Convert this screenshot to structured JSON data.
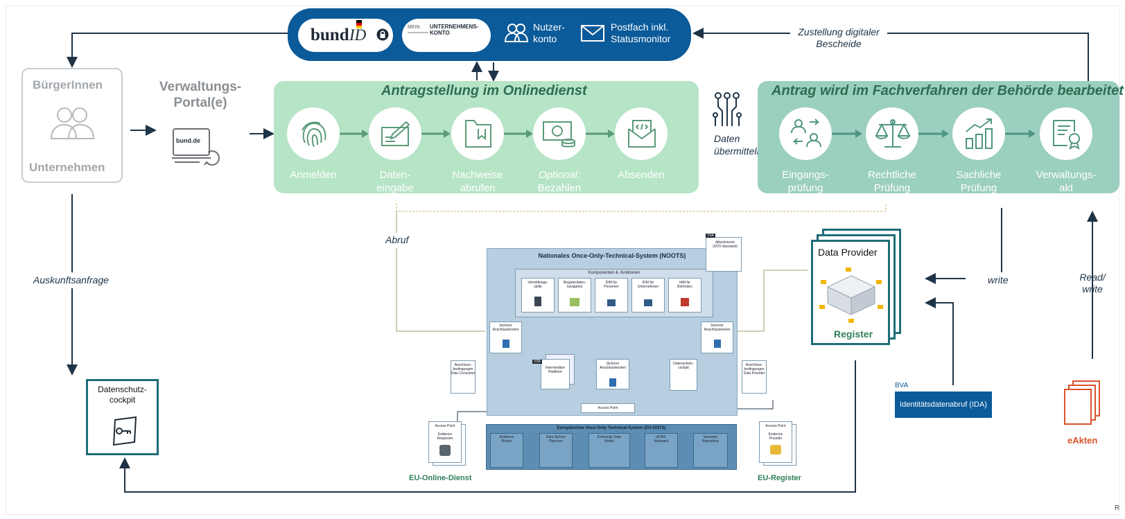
{
  "top_bar": {
    "bund_logo": "bund",
    "bund_logo_id": "ID",
    "unternehmenskonto_small": "MEIN",
    "unternehmenskonto_big": "UNTERNEHMENS-\nKONTO",
    "nutzerkonto": "Nutzer-\nkonto",
    "postfach": "Postfach inkl.\nStatusmonitor"
  },
  "left": {
    "citizens_top": "BürgerInnen",
    "citizens_bottom": "Unternehmen",
    "portal_title": "Verwaltungs-\nPortal(e)",
    "portal_logo": "bund.de"
  },
  "online_band": {
    "title": "Antragstellung im Onlinedienst",
    "steps": [
      {
        "label": "Anmelden",
        "icon": "fingerprint-icon"
      },
      {
        "label": "Daten-\neingabe",
        "icon": "form-pen-icon"
      },
      {
        "label": "Nachweise\nabrufen",
        "icon": "folder-icon"
      },
      {
        "label_optional": "Optional:",
        "label": "Bezahlen",
        "icon": "money-icon"
      },
      {
        "label": "Absenden",
        "icon": "envelope-icon"
      }
    ]
  },
  "transfer": {
    "label": "Daten\nübermitteln",
    "icon": "circuit-icon"
  },
  "fach_band": {
    "title": "Antrag wird im Fachverfahren der Behörde bearbeitet",
    "steps": [
      {
        "label": "Eingangs-\nprüfung",
        "icon": "users-exchange-icon"
      },
      {
        "label": "Rechtliche\nPrüfung",
        "icon": "scales-icon"
      },
      {
        "label": "Sachliche\nPrüfung",
        "icon": "bar-chart-icon"
      },
      {
        "label": "Verwaltungs-\nakt",
        "icon": "certificate-icon"
      }
    ]
  },
  "annotations": {
    "zustellung": "Zustellung digitaler\nBescheide",
    "abruf": "Abruf",
    "auskunft": "Auskunftsanfrage",
    "write": "write",
    "read_write": "Read/\nwrite"
  },
  "noots": {
    "title": "Nationales Once-Only-Technical-System (NOOTS)",
    "komponenten_title": "Komponenten & -funktionen",
    "components": [
      "Vermittlungs-\nstelle",
      "Registerdaten-\nnavigation",
      "IDM für\nPersonen",
      "IDM für\nUnternehmen",
      "IAM für\nBehörden"
    ],
    "sicherer_left": "Sicherer\nAnschlussknoten",
    "sicherer_right": "Sicherer\nAnschlussknoten",
    "sicherer_center": "Sicherer\nAnschlussknoten",
    "intermediare": "Intermediäre\nPlattform",
    "datenschutz_cockpit_small": "Datenschutz-\ncockpit",
    "access_point": "Access Point",
    "vsa_tag": "VSA",
    "attachments": "Attachments\n(XÖV-Standard)",
    "nutzungsbed_left": "Anschluss-\nbedingungen\nData Consumer",
    "nutzungsbed_right": "Anschluss-\nbedingungen\nData Provider"
  },
  "euoots": {
    "title": "Europäisches Once-Only-Technical-System (EU-OOTS)",
    "items": [
      "Evidence\nBroker",
      "Data Service\nDirectory",
      "Exchange Data\nModel",
      "eIDAS-\nNetzwerk",
      "Semantic\nRepository"
    ]
  },
  "eu_online": {
    "access_point": "Access Point",
    "evidence": "Evidence\nRequester",
    "label": "EU-Online-Dienst"
  },
  "eu_register": {
    "access_point": "Access Point",
    "evidence": "Evidence\nProvider",
    "label": "EU-Register"
  },
  "data_provider": {
    "title": "Data Provider",
    "label": "Register"
  },
  "bva": {
    "tag": "BVA",
    "label": "Identitätsdatenabruf (IDA)"
  },
  "eakten": {
    "label": "eAkten"
  },
  "datenschutz": {
    "title": "Datenschutz-\ncockpit"
  },
  "corner": "R",
  "colors": {
    "navy": "#0b5a99",
    "green_band": "#b6e4c6",
    "teal_band": "#9bcfbf",
    "teal_dark": "#1d6d78",
    "arrow": "#1e3346",
    "eakten": "#d9532c"
  }
}
